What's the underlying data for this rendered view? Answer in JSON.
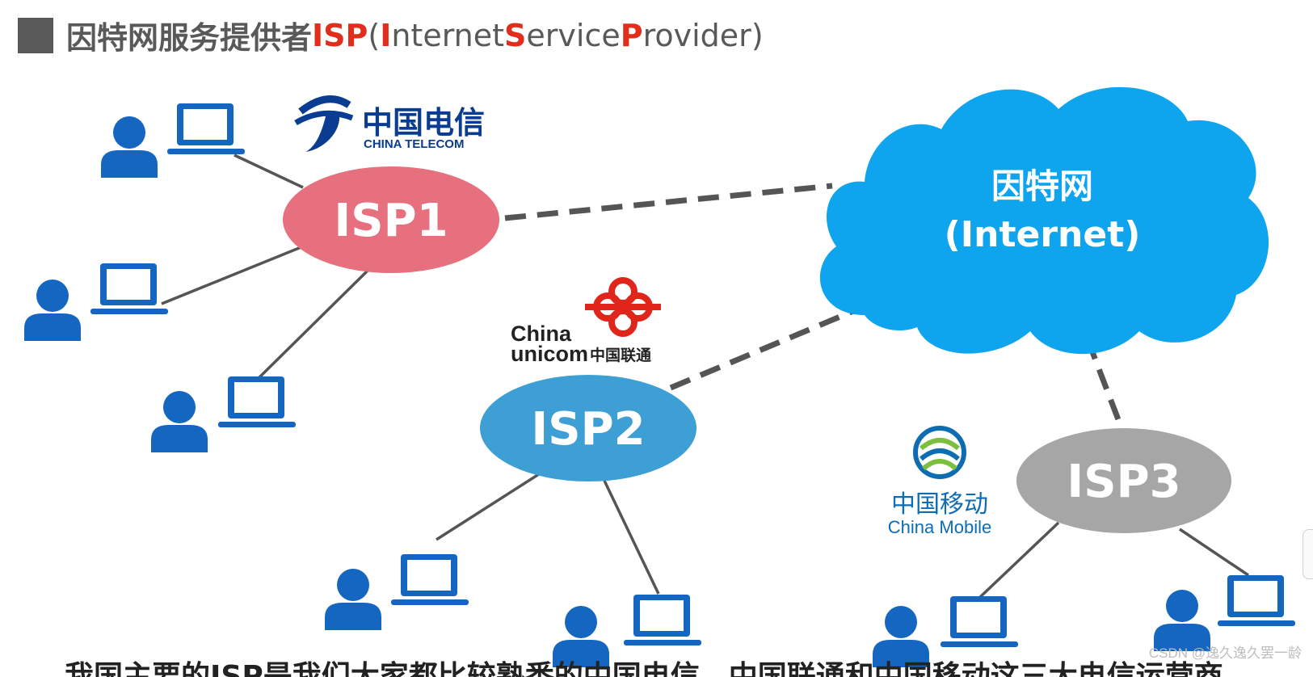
{
  "title": {
    "prefix": "因特网服务提供者",
    "abbr": "ISP",
    "open_paren": "(",
    "I": "I",
    "nternet": "nternet ",
    "S": "S",
    "ervice": "ervice ",
    "P": "P",
    "rovider": "rovider",
    "close_paren": ")"
  },
  "internet": {
    "line1": "因特网",
    "line2": "(Internet)"
  },
  "isps": [
    {
      "label": "ISP1",
      "color": "#e7707f"
    },
    {
      "label": "ISP2",
      "color": "#3d9fd3"
    },
    {
      "label": "ISP3",
      "color": "#a6a6a6"
    }
  ],
  "logos": {
    "telecom": {
      "cn": "中国电信",
      "en": "CHINA TELECOM",
      "color": "#0a3d91"
    },
    "unicom": {
      "line1": "China",
      "line2": "unicom",
      "cn": "中国联通",
      "color": "#e0251b"
    },
    "mobile": {
      "cn": "中国移动",
      "en": "China Mobile",
      "color": "#0d6db3"
    }
  },
  "colors": {
    "user": "#1466c0",
    "cloud": "#0ea5ee",
    "title_accent": "#e12e1c"
  },
  "subtitle": "我国主要的ISP是我们大家都比较熟悉的中国电信、中国联通和中国移动这三大电信运营商",
  "watermark": "CSDN @逸久逸久罢一龄"
}
